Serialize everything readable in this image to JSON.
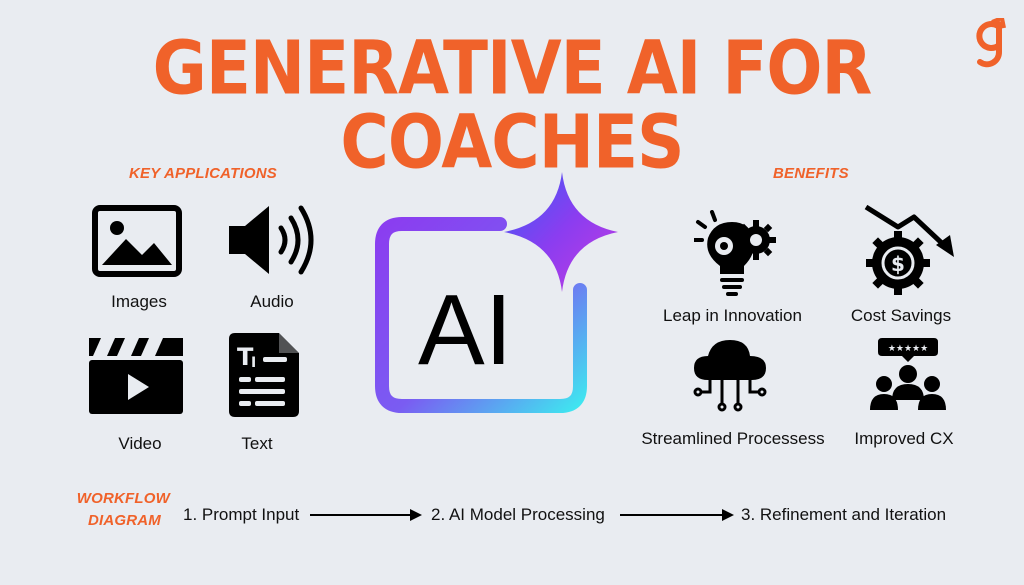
{
  "title": "GENERATIVE AI FOR COACHES",
  "center_logo_text": "AI",
  "key_applications": {
    "label": "KEY APPLICATIONS",
    "items": [
      "Images",
      "Audio",
      "Video",
      "Text"
    ]
  },
  "benefits": {
    "label": "BENEFITS",
    "items": [
      "Leap in Innovation",
      "Cost Savings",
      "Streamlined Processess",
      "Improved CX"
    ]
  },
  "workflow": {
    "label_line1": "WORKFLOW",
    "label_line2": "DIAGRAM",
    "steps": [
      "1. Prompt Input",
      "2. AI Model Processing",
      "3. Refinement and Iteration"
    ]
  },
  "colors": {
    "accent": "#f0622a",
    "background": "#e9ecf1",
    "gradient_purple": "#8b3df0",
    "gradient_cyan": "#3fe6f0"
  }
}
